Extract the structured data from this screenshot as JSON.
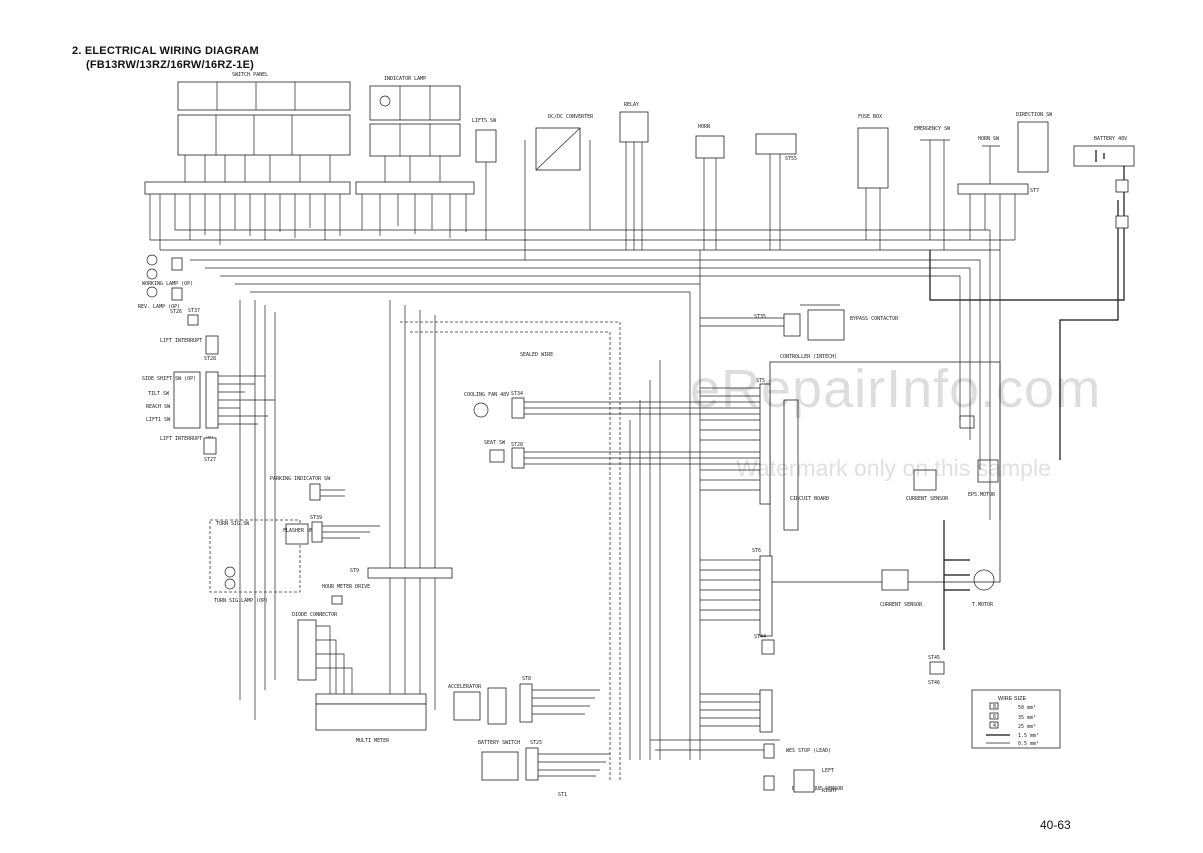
{
  "header": {
    "title_line1": "2.  ELECTRICAL WIRING DIAGRAM",
    "title_line2": "(FB13RW/13RZ/16RW/16RZ-1E)"
  },
  "page_number": "40-63",
  "watermark": {
    "main": "eRepairInfo.com",
    "sub": "Watermark only on this sample"
  },
  "labels": {
    "switch_panel": "SWITCH PANEL",
    "indicator_lamp": "INDICATOR LAMP",
    "lifts_sw": "LIFTS SW",
    "dcdc_converter": "DC/DC CONVERTER",
    "relay": "RELAY",
    "horn": "HORN",
    "fuse_box": "FUSE BOX",
    "emergency_sw": "EMERGENCY SW",
    "horn_sw": "HORN SW",
    "direction_sw": "DIRECTION SW",
    "battery": "BATTERY 48V",
    "working_lamp": "WORKING LAMP (OP)",
    "rev_lamp": "REV. LAMP (OP)",
    "lift_interrupt_a": "LIFT INTERRUPT (A)",
    "side_shift": "SIDE SHIFT SW (OP)",
    "tilt_sw": "TILT SW",
    "reach_sw": "REACH SW",
    "lift1_sw": "LIFT1 SW",
    "lift_interrupt_b": "LIFT INTERRUPT (B)",
    "sealed_wire": "SEALED WIRE",
    "bypass_contactor": "BYPASS CONTACTOR",
    "controller": "CONTROLLER (INTECH)",
    "cooling_fan": "COOLING FAN 48V",
    "seat_sw": "SEAT SW",
    "parking_indicator": "PARKING INDICATOR SW",
    "turn_sig_sw": "TURN SIG.SW",
    "flasher_unit": "FLASHER UNIT",
    "turn_sig_lamp": "TURN SIG.LAMP (OP)",
    "hour_meter": "HOUR METER DRIVE",
    "diode_connector": "DIODE CONNECTOR",
    "multi_meter": "MULTI METER",
    "accelerator": "ACCELERATOR",
    "battery_switch": "BATTERY SWITCH",
    "current_sensor": "CURRENT SENSOR",
    "eps_motor": "EPS.MOTOR",
    "t_motor": "T.MOTOR",
    "eps_torque": "EPS TORQUE SENSOR",
    "wes_stop": "WES STOP (LEAD)",
    "left": "LEFT",
    "right": "RIGHT",
    "circuit_board": "CIRCUIT BOARD",
    "st1": "ST1",
    "st5": "ST5",
    "st6": "ST6",
    "st7": "ST7",
    "st8": "ST8",
    "st9": "ST9",
    "st25": "ST25",
    "st26": "ST26",
    "st27": "ST27",
    "st28": "ST28",
    "st34": "ST34",
    "st35": "ST35",
    "st37": "ST37",
    "st39": "ST39",
    "st44": "ST44",
    "st45": "ST45",
    "st46": "ST46",
    "st55": "ST55"
  },
  "wire_size": {
    "title": "WIRE SIZE",
    "rows": [
      {
        "sym": "8",
        "size": "50 mm²"
      },
      {
        "sym": "6",
        "size": "35 mm²"
      },
      {
        "sym": "4",
        "size": "25 mm²"
      },
      {
        "sym": "",
        "size": "1.5 mm²"
      },
      {
        "sym": "",
        "size": "0.5 mm²"
      }
    ]
  }
}
